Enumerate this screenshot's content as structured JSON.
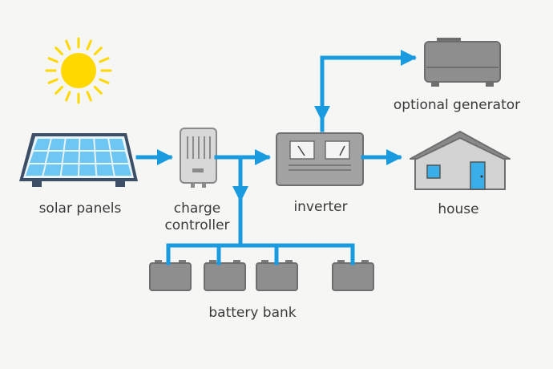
{
  "labels": {
    "solar_panels": "solar panels",
    "charge_controller_line1": "charge",
    "charge_controller_line2": "controller",
    "inverter": "inverter",
    "optional_generator": "optional generator",
    "house": "house",
    "battery_bank": "battery bank"
  },
  "colors": {
    "background": "#f6f6f4",
    "flow_line": "#1a9be0",
    "device_fill": "#8e8e8e",
    "device_dark": "#6e6e6e",
    "panel_cell": "#6ec6f2",
    "panel_frame": "#3d4f66",
    "sun": "#ffd800",
    "house_window": "#3aaee8"
  },
  "icons": {
    "sun": "sun-icon",
    "solar_panel": "solar-panel-icon",
    "charge_controller": "charge-controller-icon",
    "inverter": "inverter-icon",
    "generator": "generator-icon",
    "house": "house-icon",
    "battery": "battery-icon"
  },
  "battery_count": 4
}
